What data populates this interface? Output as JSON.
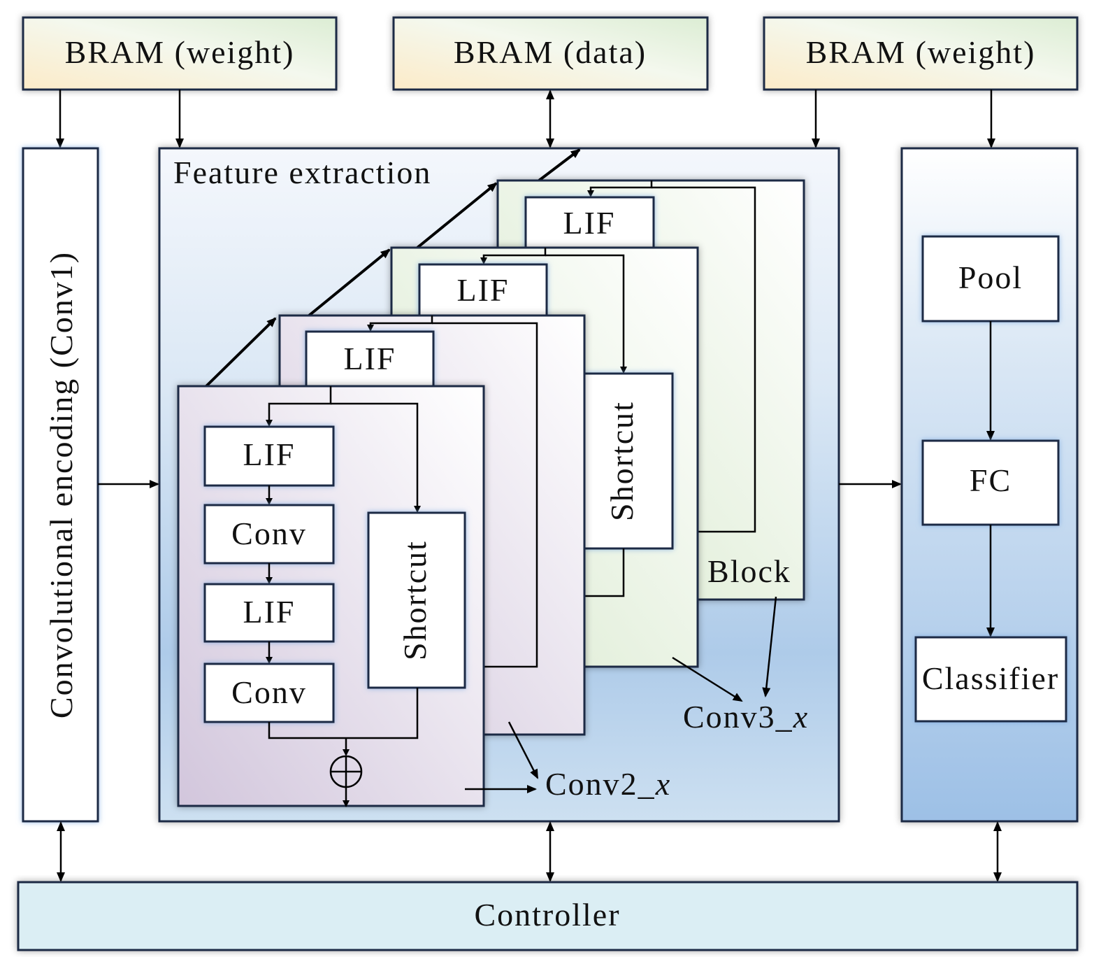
{
  "memory": {
    "bram_left": "BRAM (weight)",
    "bram_center": "BRAM (data)",
    "bram_right": "BRAM (weight)"
  },
  "encoder": {
    "label": "Convolutional encoding (Conv1)"
  },
  "feature_extraction": {
    "title": "Feature extraction",
    "block_label": "Block",
    "stage2_label": "Conv2_",
    "stage3_label": "Conv3_",
    "stage_suffix": "x",
    "layers": [
      "LIF",
      "Conv",
      "LIF",
      "Conv"
    ],
    "shortcut": "Shortcut",
    "sum_symbol": "⊕"
  },
  "head": {
    "pool": "Pool",
    "fc": "FC",
    "classifier": "Classifier"
  },
  "controller": {
    "label": "Controller"
  },
  "colors": {
    "bram_fill_start": "#fcefd0",
    "bram_fill_end": "#e2f0da",
    "feature_bg": "#b3d0ec",
    "block_green": "#dcebd3",
    "block_purple": "#d6cce1",
    "controller_fill": "#dbeef4",
    "border": "#1a2a44"
  }
}
